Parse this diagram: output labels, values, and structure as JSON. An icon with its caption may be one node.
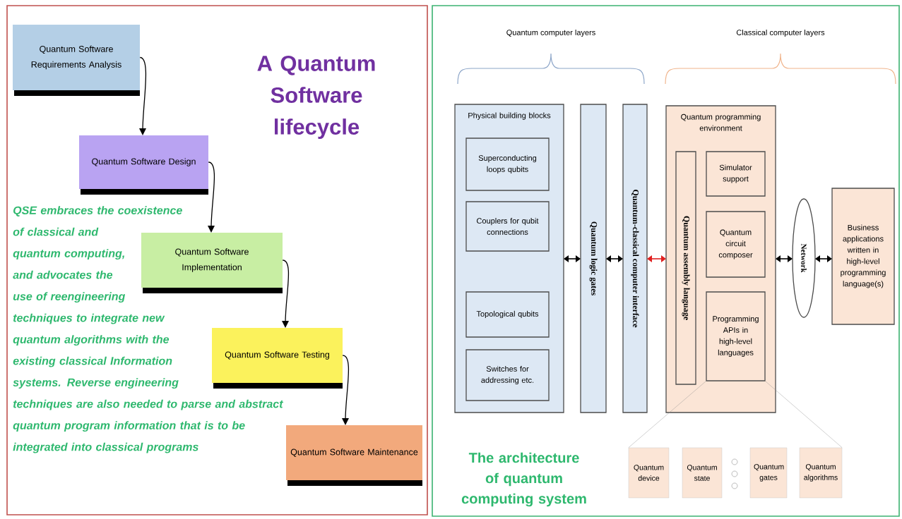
{
  "diagram": {
    "nodes": [
      {
        "text": [
          "A Quantum Software lifecycle",
          "QSE embraces the coexistence of classical and quantum computing, and advocates the use of reengineering techniques to integrate new quantum algorithms with the existing classical Information systems. Reverse engineering techniques are also needed to parse and abstract quantum program information that is to be integrated into classical programs"
        ]
      },
      {
        "text": [
          "Quantum Software Requirements Analysis"
        ],
        "in": 0
      },
      {
        "text": [
          "Quantum Software Design"
        ],
        "in": 0
      },
      {
        "text": [
          "Quantum Software Implementation"
        ],
        "in": 0
      },
      {
        "text": [
          "Quantum Software Testing"
        ],
        "in": 0
      },
      {
        "text": [
          "Quantum Software Maintenance"
        ],
        "in": 0
      },
      {
        "text": [
          "The architecture of quantum computing system"
        ]
      },
      {
        "text": [
          "Physical building blocks"
        ],
        "in": 6
      },
      {
        "text": [
          "Superconducting loops qubits"
        ],
        "in": 7
      },
      {
        "text": [
          "Couplers for qubit connections"
        ],
        "in": 7
      },
      {
        "text": [
          "Topological qubits"
        ],
        "in": 7
      },
      {
        "text": [
          "Switches for addressing etc."
        ],
        "in": 7
      },
      {
        "text": [
          "Quantum logic gates"
        ],
        "in": 6
      },
      {
        "text": [
          "Quantum-classical computer interface"
        ],
        "in": 6
      },
      {
        "text": [
          "Quantum programming environment"
        ],
        "in": 6
      },
      {
        "text": [
          "Quantum assembly language"
        ],
        "in": 14
      },
      {
        "text": [
          "Simulator support"
        ],
        "in": 14
      },
      {
        "text": [
          "Quantum circuit composer"
        ],
        "in": 14
      },
      {
        "text": [
          "Programming APIs in high-level languages"
        ],
        "in": 14
      },
      {
        "text": [
          "Network"
        ],
        "in": 6
      },
      {
        "text": [
          "Business applications written in high-level programming language(s)"
        ],
        "in": 6
      },
      {
        "text": [
          "Quantum device"
        ],
        "in": 6
      },
      {
        "text": [
          "Quantum state"
        ],
        "in": 6
      },
      {
        "text": [
          "Quantum gates"
        ],
        "in": 6
      },
      {
        "text": [
          "Quantum algorithms"
        ],
        "in": 6
      }
    ],
    "edges": [
      {
        "from": 1,
        "to": 2,
        "arrow": "to"
      },
      {
        "from": 2,
        "to": 3,
        "arrow": "to"
      },
      {
        "from": 3,
        "to": 4,
        "arrow": "to"
      },
      {
        "from": 4,
        "to": 5,
        "arrow": "to"
      },
      {
        "from": 7,
        "to": 12,
        "arrow": "both"
      },
      {
        "from": 12,
        "to": 13,
        "arrow": "both"
      },
      {
        "from": 13,
        "to": 14,
        "arrow": "both",
        "color": "#e02020"
      },
      {
        "from": 14,
        "to": 19,
        "arrow": "both"
      },
      {
        "from": 19,
        "to": 20,
        "arrow": "both"
      },
      {
        "from": 18,
        "to": 21,
        "arrow": "none",
        "color": "#8a8a8a"
      },
      {
        "from": 18,
        "to": 24,
        "arrow": "none",
        "color": "#8a8a8a"
      }
    ],
    "labels": [
      "Quantum computer layers",
      "Classical computer layers"
    ]
  }
}
